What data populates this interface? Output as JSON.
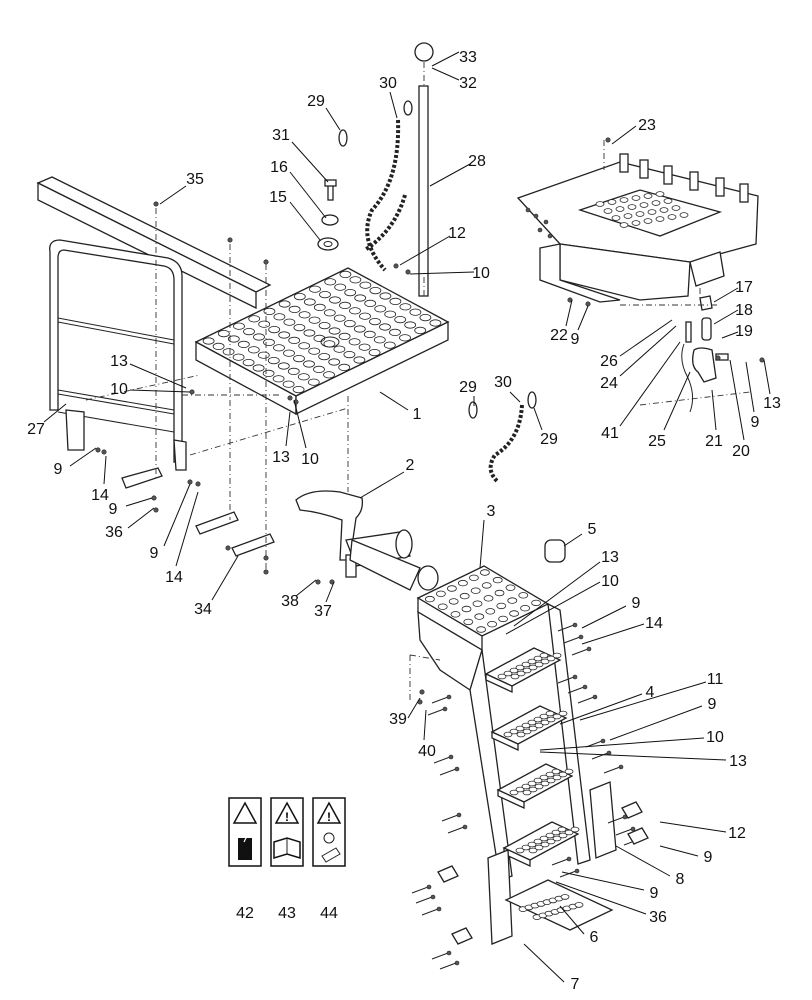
{
  "callouts": [
    "1",
    "2",
    "3",
    "4",
    "5",
    "6",
    "7",
    "8",
    "9",
    "10",
    "11",
    "12",
    "13",
    "14",
    "15",
    "16",
    "17",
    "18",
    "19",
    "20",
    "21",
    "22",
    "23",
    "24",
    "25",
    "26",
    "27",
    "28",
    "29",
    "30",
    "31",
    "32",
    "33",
    "34",
    "35",
    "36",
    "37",
    "38",
    "39",
    "40",
    "41",
    "42",
    "43",
    "44"
  ],
  "decal_icons": [
    "electrical-hazard-icon",
    "read-manual-icon",
    "hot-surface-icon"
  ],
  "colors": {
    "line": "#222222",
    "background": "#ffffff"
  }
}
